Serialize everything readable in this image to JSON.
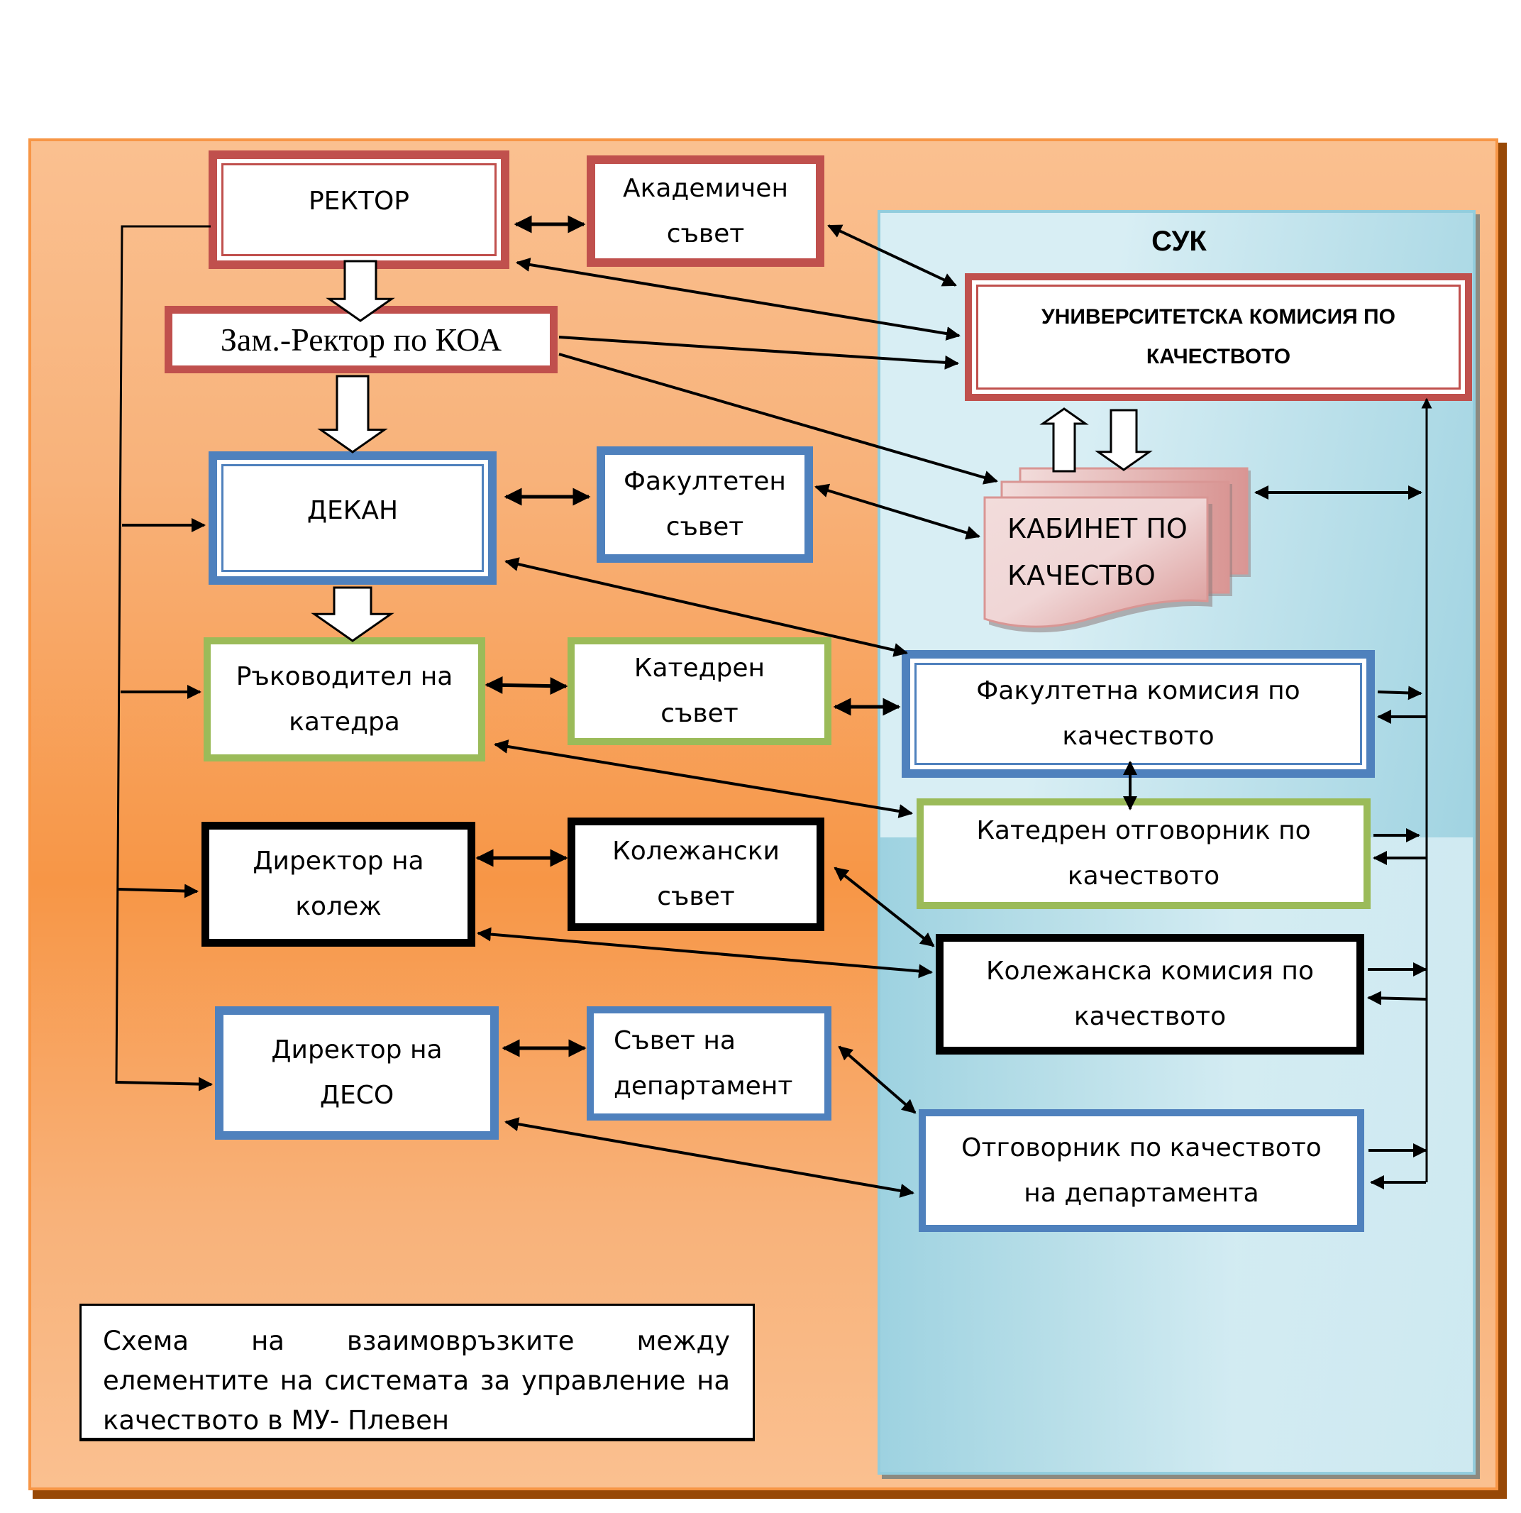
{
  "diagram": {
    "panel_title": "СУК",
    "nodes": {
      "rector": "РЕКТОР",
      "academic_council": [
        "Академичен",
        "съвет"
      ],
      "vice_rector": "Зам.-Ректор по КОА",
      "university_commission": [
        "УНИВЕРСИТЕТСКА КОМИСИЯ ПО",
        "КАЧЕСТВОТО"
      ],
      "dean": "ДЕКАН",
      "faculty_council": [
        "Факултетен",
        "съвет"
      ],
      "quality_office": [
        "КАБИНЕТ ПО",
        "КАЧЕСТВО"
      ],
      "head_of_department": [
        "Ръководител на",
        "катедра"
      ],
      "department_council": [
        "Катедрен",
        "съвет"
      ],
      "faculty_commission": [
        "Факултетна комисия по",
        "качеството"
      ],
      "department_quality_officer": [
        "Катедрен отговорник по",
        "качеството"
      ],
      "college_director": [
        "Директор на",
        "колеж"
      ],
      "college_council": [
        "Колежански",
        "съвет"
      ],
      "college_commission": [
        "Колежанска комисия по",
        "качеството"
      ],
      "deso_director": [
        "Директор на",
        "ДЕСО"
      ],
      "deso_council": [
        "Съвет на",
        "департамент"
      ],
      "deso_quality_officer": [
        "Отговорник по качеството",
        "на департамента"
      ]
    },
    "caption": "Схема на взаимовръзките между елементите на системата за управление на качеството в МУ- Плевен"
  },
  "colors": {
    "frame_orange": "#f79646",
    "frame_light": "#fac090",
    "panel_blue": "#93cddd",
    "panel_light": "#d8eef4",
    "red_border": "#c0504d",
    "blue_border": "#4f81bd",
    "green_border": "#9bbb59",
    "black_border": "#000000",
    "kabinet_pink": "#e6b9b8"
  }
}
